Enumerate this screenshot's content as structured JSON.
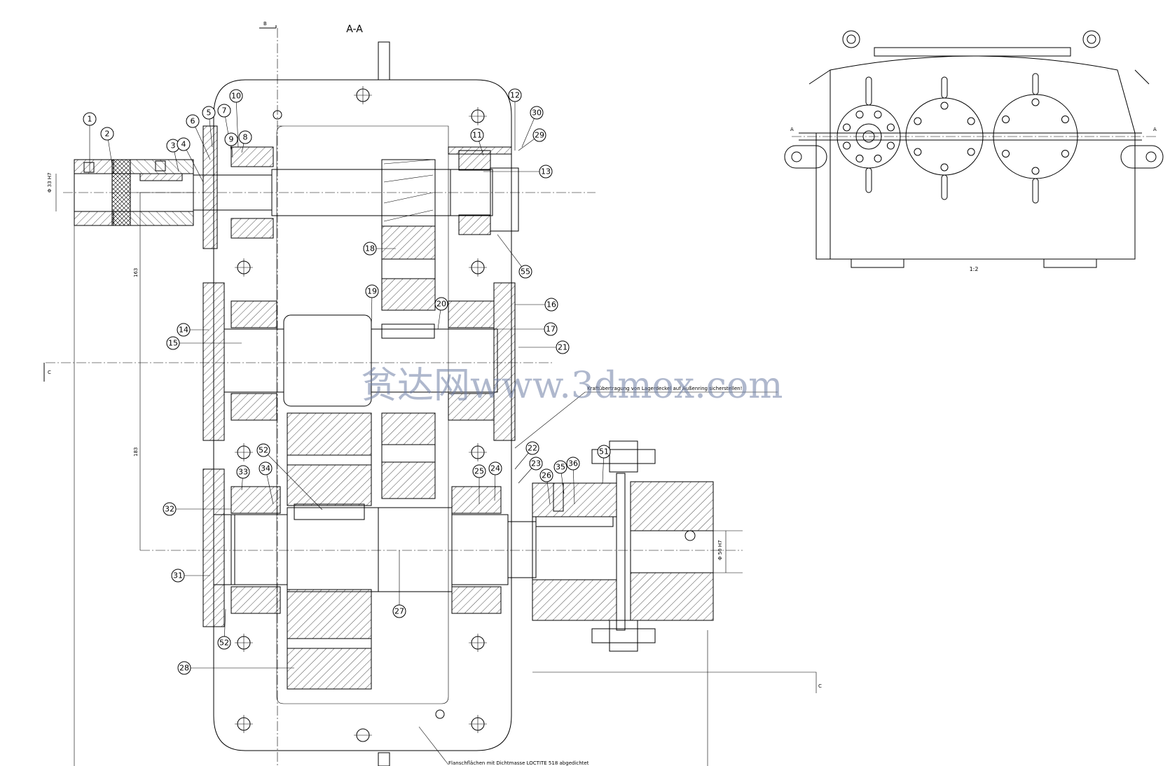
{
  "section_label": "A-A",
  "section_b_label": "B",
  "section_c_label": "C",
  "section_a_label": "A",
  "scale_label": "1:2",
  "dim_input_bore": "Φ 33 H7",
  "dim_output_bore": "Φ 50 H7",
  "dim_center_1": "163",
  "dim_center_2": "183",
  "note_force": "Kraftübertragung von Lagerdeckel auf Außenring sicherstellen!",
  "note_flange": "Flanschflächen mit Dichtmasse LOCTITE 518 abgedichtet",
  "watermark": "贫达网www.3dmox.com",
  "part_refs": [
    {
      "id": "b1",
      "label": "1"
    },
    {
      "id": "b2",
      "label": "2"
    },
    {
      "id": "b3",
      "label": "3"
    },
    {
      "id": "b4",
      "label": "4"
    },
    {
      "id": "b5",
      "label": "5"
    },
    {
      "id": "b6",
      "label": "6"
    },
    {
      "id": "b7",
      "label": "7"
    },
    {
      "id": "b8",
      "label": "8"
    },
    {
      "id": "b9",
      "label": "9"
    },
    {
      "id": "b10",
      "label": "10"
    },
    {
      "id": "b11",
      "label": "11"
    },
    {
      "id": "b12",
      "label": "12"
    },
    {
      "id": "b13",
      "label": "13"
    },
    {
      "id": "b14",
      "label": "14"
    },
    {
      "id": "b15",
      "label": "15"
    },
    {
      "id": "b16",
      "label": "16"
    },
    {
      "id": "b17",
      "label": "17"
    },
    {
      "id": "b18",
      "label": "18"
    },
    {
      "id": "b19",
      "label": "19"
    },
    {
      "id": "b20",
      "label": "20"
    },
    {
      "id": "b21",
      "label": "21"
    },
    {
      "id": "b22",
      "label": "22"
    },
    {
      "id": "b23",
      "label": "23"
    },
    {
      "id": "b24",
      "label": "24"
    },
    {
      "id": "b25",
      "label": "25"
    },
    {
      "id": "b26",
      "label": "26"
    },
    {
      "id": "b27",
      "label": "27"
    },
    {
      "id": "b28",
      "label": "28"
    },
    {
      "id": "b29",
      "label": "29"
    },
    {
      "id": "b30",
      "label": "30"
    },
    {
      "id": "b31",
      "label": "31"
    },
    {
      "id": "b32",
      "label": "32"
    },
    {
      "id": "b33",
      "label": "33"
    },
    {
      "id": "b34",
      "label": "34"
    },
    {
      "id": "b35",
      "label": "35"
    },
    {
      "id": "b36",
      "label": "36"
    },
    {
      "id": "b51",
      "label": "51"
    },
    {
      "id": "b52",
      "label": "52"
    },
    {
      "id": "b52b",
      "label": "52"
    },
    {
      "id": "b55",
      "label": "55"
    }
  ]
}
